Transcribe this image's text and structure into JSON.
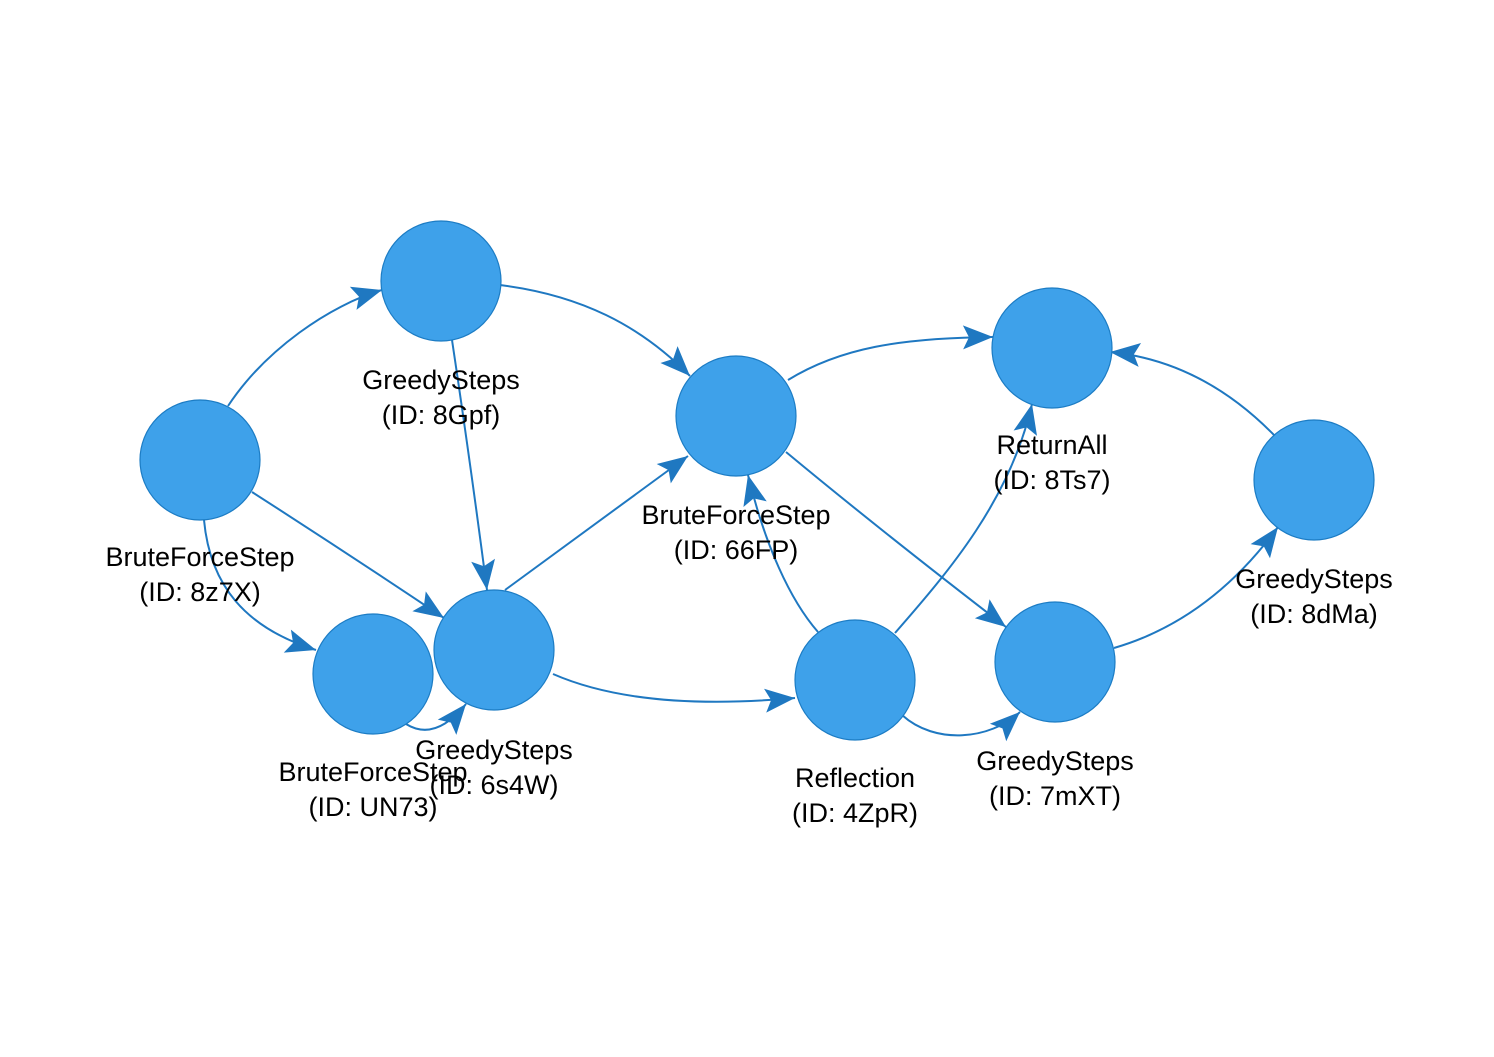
{
  "diagram": {
    "type": "directed-graph",
    "node_fill": "#3ea1ea",
    "node_stroke": "#1c7cc4",
    "edge_color": "#1f78c1",
    "nodes": [
      {
        "id": "8z7X",
        "name": "BruteForceStep",
        "id_label": "(ID: 8z7X)"
      },
      {
        "id": "8Gpf",
        "name": "GreedySteps",
        "id_label": "(ID: 8Gpf)"
      },
      {
        "id": "UN73",
        "name": "BruteForceStep",
        "id_label": "(ID: UN73)"
      },
      {
        "id": "6s4W",
        "name": "GreedySteps",
        "id_label": "(ID: 6s4W)"
      },
      {
        "id": "66FP",
        "name": "BruteForceStep",
        "id_label": "(ID: 66FP)"
      },
      {
        "id": "4ZpR",
        "name": "Reflection",
        "id_label": "(ID: 4ZpR)"
      },
      {
        "id": "8Ts7",
        "name": "ReturnAll",
        "id_label": "(ID: 8Ts7)"
      },
      {
        "id": "7mXT",
        "name": "GreedySteps",
        "id_label": "(ID: 7mXT)"
      },
      {
        "id": "8dMa",
        "name": "GreedySteps",
        "id_label": "(ID: 8dMa)"
      }
    ],
    "edges": [
      {
        "from": "8z7X",
        "to": "8Gpf"
      },
      {
        "from": "8z7X",
        "to": "6s4W"
      },
      {
        "from": "8z7X",
        "to": "UN73"
      },
      {
        "from": "8Gpf",
        "to": "6s4W"
      },
      {
        "from": "8Gpf",
        "to": "66FP"
      },
      {
        "from": "UN73",
        "to": "6s4W"
      },
      {
        "from": "6s4W",
        "to": "66FP"
      },
      {
        "from": "6s4W",
        "to": "4ZpR"
      },
      {
        "from": "66FP",
        "to": "8Ts7"
      },
      {
        "from": "66FP",
        "to": "7mXT"
      },
      {
        "from": "4ZpR",
        "to": "66FP"
      },
      {
        "from": "4ZpR",
        "to": "8Ts7"
      },
      {
        "from": "4ZpR",
        "to": "7mXT"
      },
      {
        "from": "7mXT",
        "to": "8dMa"
      },
      {
        "from": "8dMa",
        "to": "8Ts7"
      }
    ]
  }
}
